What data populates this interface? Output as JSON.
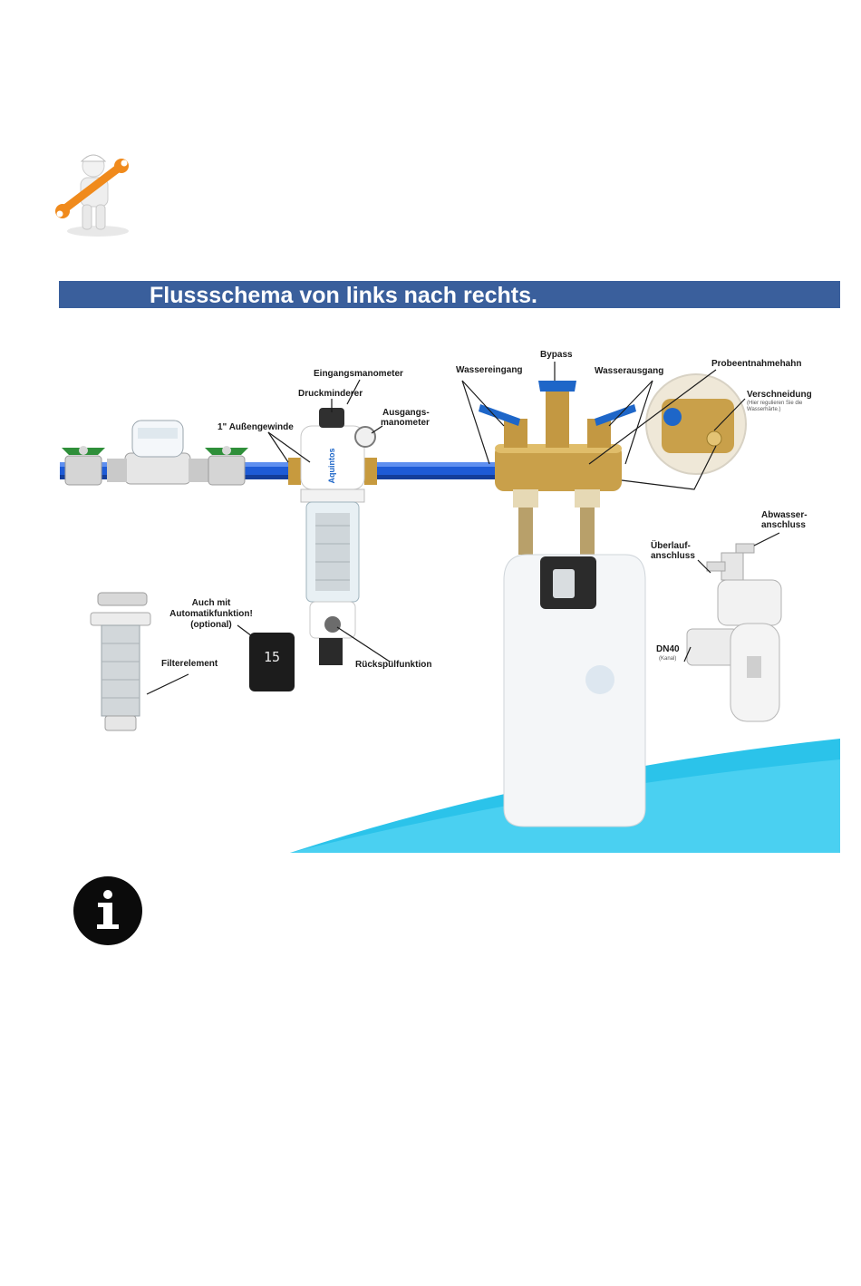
{
  "banner": {
    "title": "Flussschema von links nach rechts."
  },
  "labels": {
    "bypass": "Bypass",
    "wassereingang": "Wassereingang",
    "wasserausgang": "Wasserausgang",
    "probeentnahmehahn": "Probeentnahmehahn",
    "verschneidung": "Verschneidung",
    "verschneidung_note_1": "(Hier regulieren Sie die",
    "verschneidung_note_2": "Wasserhärte.)",
    "eingangsmanometer": "Eingangsmanometer",
    "druckminderer": "Druckminderer",
    "ausgangsmanometer_1": "Ausgangs-",
    "ausgangsmanometer_2": "manometer",
    "aussengewinde": "1\" Außengewinde",
    "abwasser_1": "Abwasser-",
    "abwasser_2": "anschluss",
    "ueberlauf_1": "Überlauf-",
    "ueberlauf_2": "anschluss",
    "automatik_1": "Auch mit",
    "automatik_2": "Automatikfunktion!",
    "automatik_3": "(optional)",
    "filterelement": "Filterelement",
    "rueckspuel": "Rückspülfunktion",
    "dn40": "DN40",
    "kanal": "(Kanal)"
  },
  "product": {
    "filter_brand": "Aquintos",
    "display_value": "15"
  },
  "colors": {
    "banner": "#3a5f9c",
    "pipe_blue": "#1e5bd6",
    "valve_blue": "#1e66c8",
    "brass": "#c9a04a",
    "wave": "#2bc3ea"
  },
  "icons": [
    "worker-wrench-icon",
    "info-icon"
  ]
}
